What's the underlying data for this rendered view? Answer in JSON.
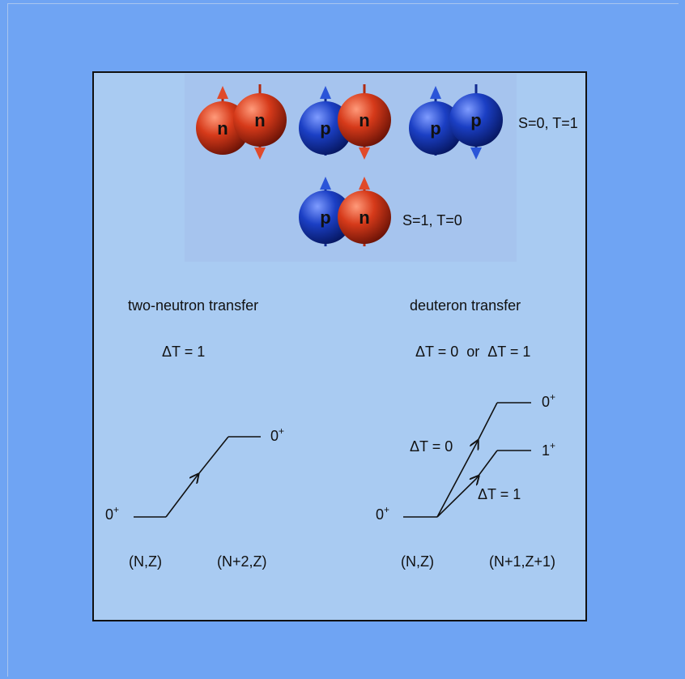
{
  "nucleon_labels": {
    "neutron": "n",
    "proton": "p"
  },
  "colors": {
    "neutron": "#d63a1a",
    "proton": "#1b3fc4",
    "panel": "#a9cbf2",
    "background": "#6fa4f3"
  },
  "pairs": {
    "singlet_label": "S=0, T=1",
    "triplet_label": "S=1, T=0"
  },
  "left": {
    "title": "two-neutron transfer",
    "delta": "ΔT = 1",
    "initial_state": {
      "base": "0",
      "sup": "+"
    },
    "final_state": {
      "base": "0",
      "sup": "+"
    },
    "initial_nucleus": "(N,Z)",
    "final_nucleus": "(N+2,Z)"
  },
  "right": {
    "title": "deuteron transfer",
    "delta": "ΔT = 0  or  ΔT = 1",
    "initial_state": {
      "base": "0",
      "sup": "+"
    },
    "upper_state": {
      "base": "0",
      "sup": "+"
    },
    "lower_state": {
      "base": "1",
      "sup": "+"
    },
    "upper_transition": "ΔT = 0",
    "lower_transition": "ΔT = 1",
    "initial_nucleus": "(N,Z)",
    "final_nucleus": "(N+1,Z+1)"
  }
}
